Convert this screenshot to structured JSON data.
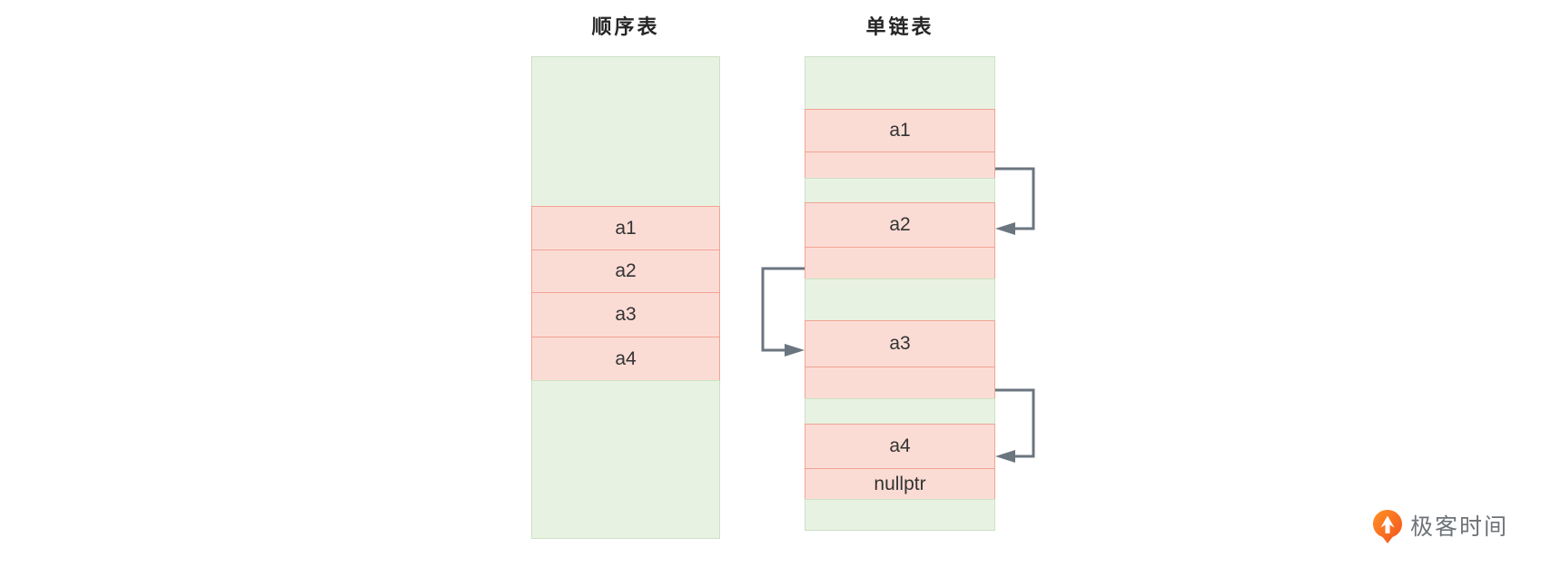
{
  "titles": {
    "sequential": "顺序表",
    "linked": "单链表"
  },
  "sequential_list": {
    "cells": [
      "a1",
      "a2",
      "a3",
      "a4"
    ]
  },
  "linked_list": {
    "nodes": [
      {
        "data": "a1",
        "next": ""
      },
      {
        "data": "a2",
        "next": ""
      },
      {
        "data": "a3",
        "next": ""
      },
      {
        "data": "a4",
        "next": "nullptr"
      }
    ]
  },
  "arrows": [
    {
      "from": "a1-next",
      "to": "a2-data",
      "side": "right"
    },
    {
      "from": "a2-next",
      "to": "a3-data",
      "side": "left"
    },
    {
      "from": "a3-next",
      "to": "a4-data",
      "side": "right"
    }
  ],
  "colors": {
    "green_fill": "#e8f2e2",
    "green_border": "#cbe2c3",
    "pink_fill": "#fbdcd5",
    "pink_border": "#f0a493",
    "arrow": "#6b7580",
    "title_text": "#262626",
    "cell_text": "#333333",
    "logo_orange": "#fa6400",
    "logo_text_color": "#6e7378"
  },
  "logo": {
    "text": "极客时间"
  }
}
